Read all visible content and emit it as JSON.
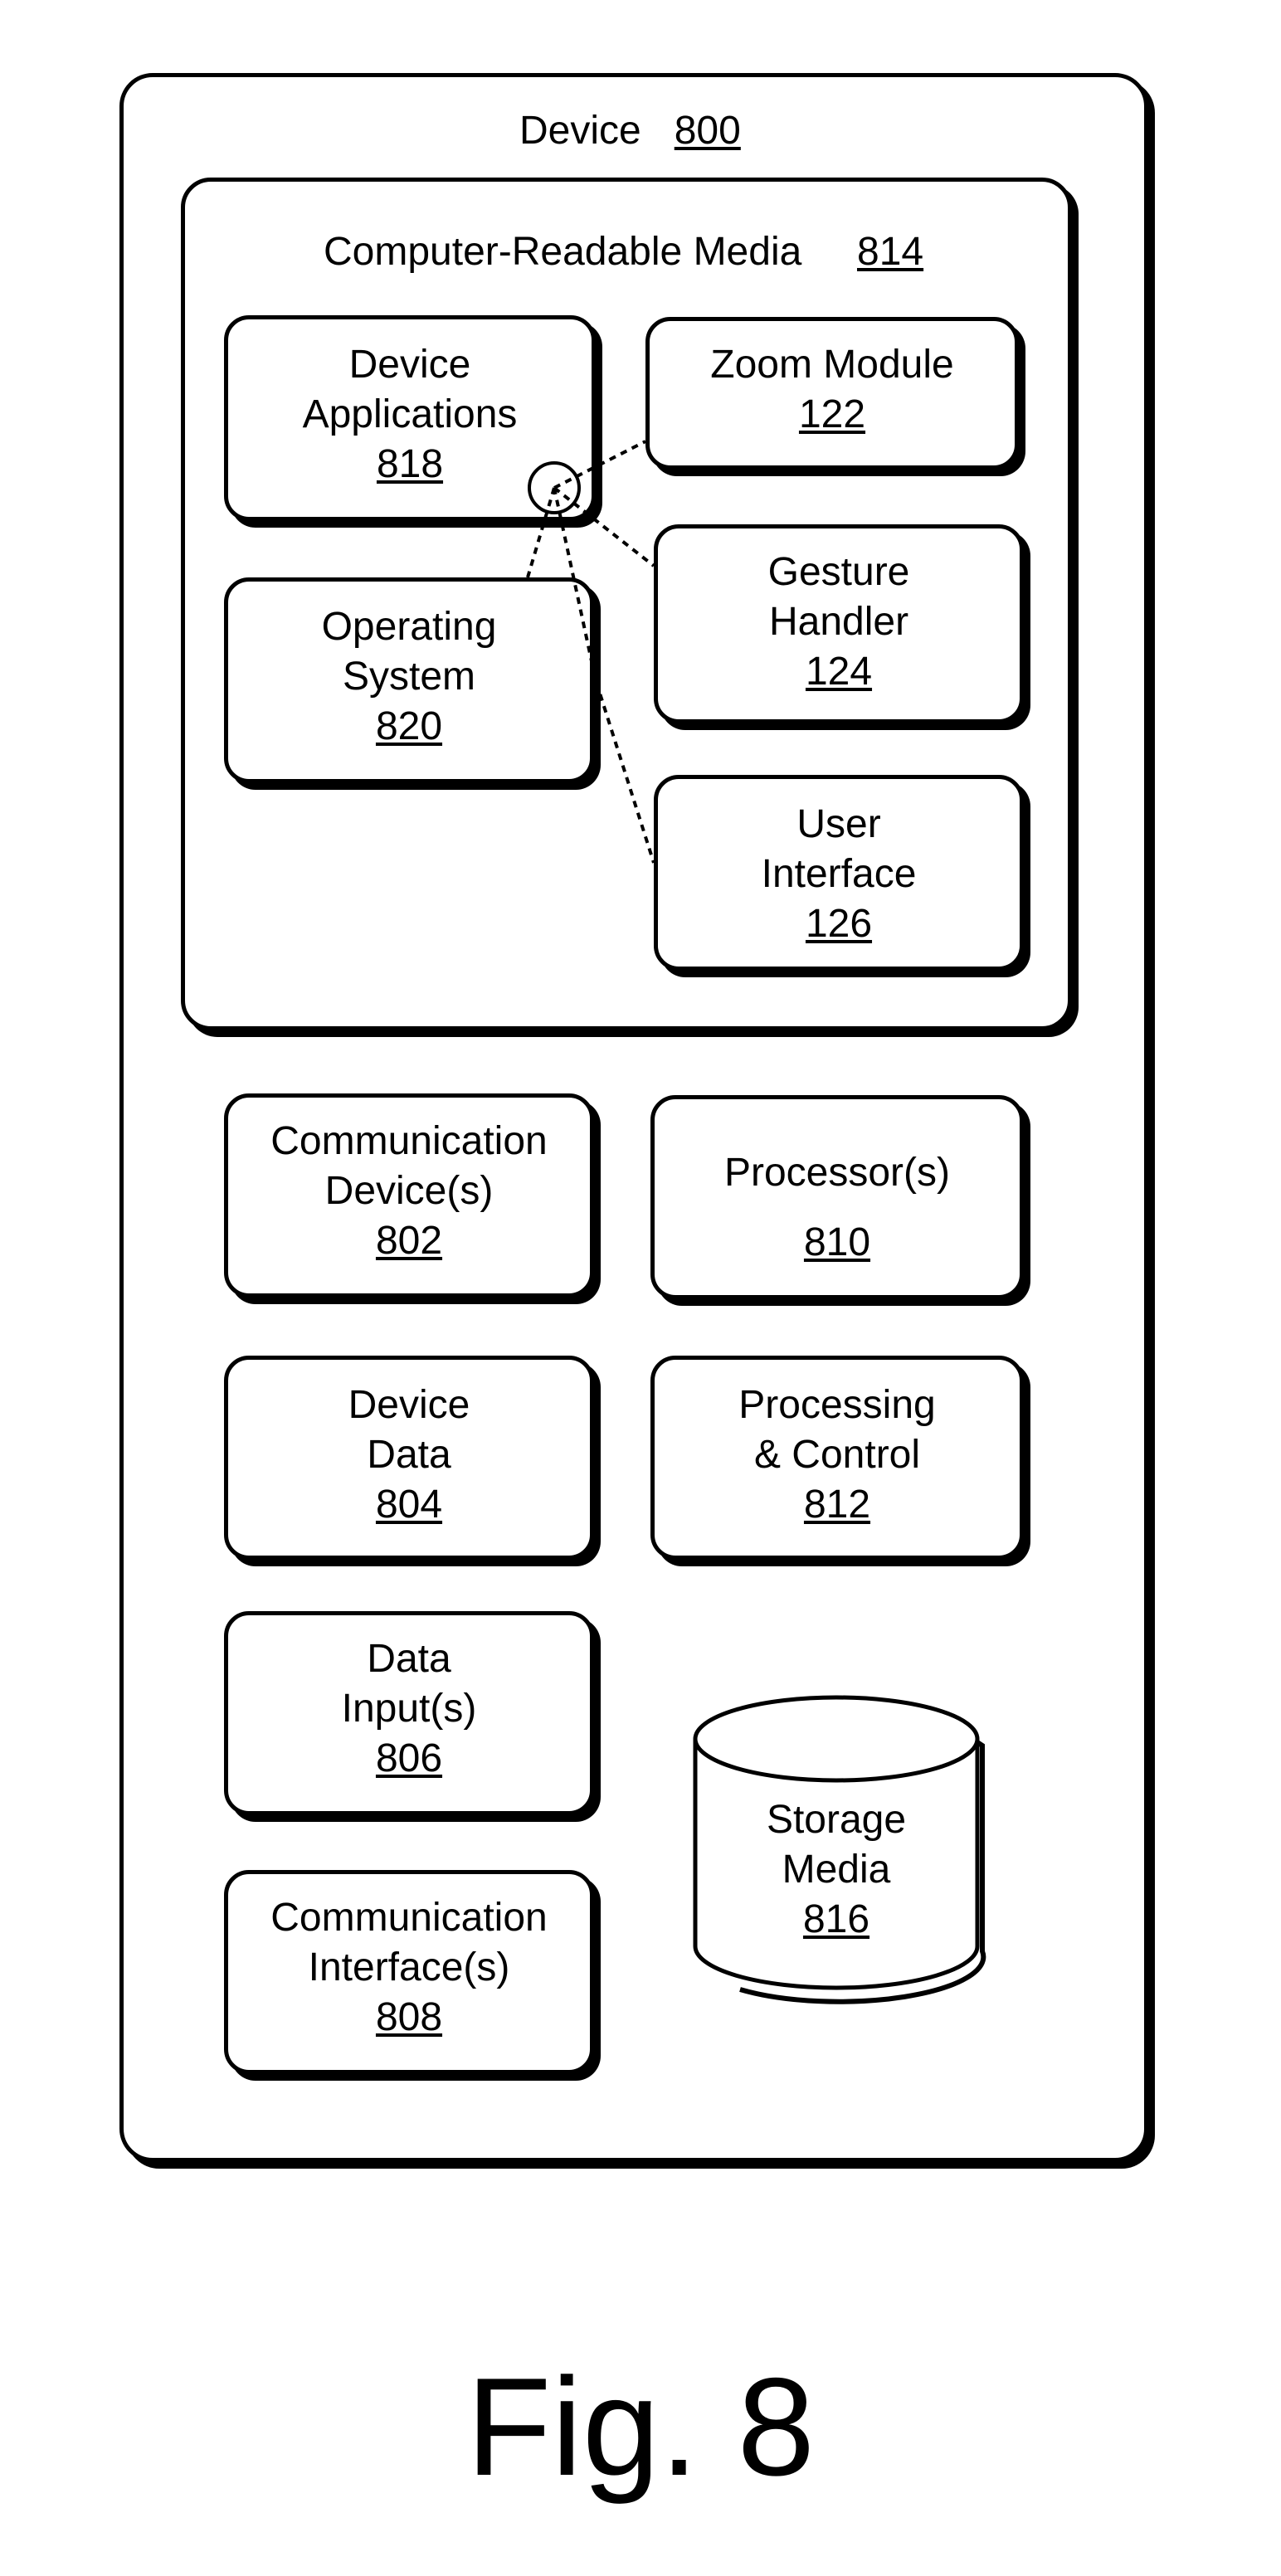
{
  "device": {
    "label": "Device",
    "number": "800"
  },
  "crm": {
    "label": "Computer-Readable Media",
    "number": "814"
  },
  "boxes": {
    "device_applications": {
      "lines": [
        "Device",
        "Applications"
      ],
      "number": "818"
    },
    "zoom_module": {
      "lines": [
        "Zoom Module"
      ],
      "number": "122"
    },
    "gesture_handler": {
      "lines": [
        "Gesture",
        "Handler"
      ],
      "number": "124"
    },
    "operating_system": {
      "lines": [
        "Operating",
        "System"
      ],
      "number": "820"
    },
    "user_interface": {
      "lines": [
        "User",
        "Interface"
      ],
      "number": "126"
    },
    "communication_devices": {
      "lines": [
        "Communication",
        "Device(s)"
      ],
      "number": "802"
    },
    "processors": {
      "lines": [
        "Processor(s)"
      ],
      "number": "810"
    },
    "device_data": {
      "lines": [
        "Device",
        "Data"
      ],
      "number": "804"
    },
    "processing_control": {
      "lines": [
        "Processing",
        "& Control"
      ],
      "number": "812"
    },
    "data_inputs": {
      "lines": [
        "Data",
        "Input(s)"
      ],
      "number": "806"
    },
    "communication_interfaces": {
      "lines": [
        "Communication",
        "Interface(s)"
      ],
      "number": "808"
    },
    "storage_media": {
      "lines": [
        "Storage",
        "Media"
      ],
      "number": "816"
    }
  },
  "caption": "Fig. 8"
}
